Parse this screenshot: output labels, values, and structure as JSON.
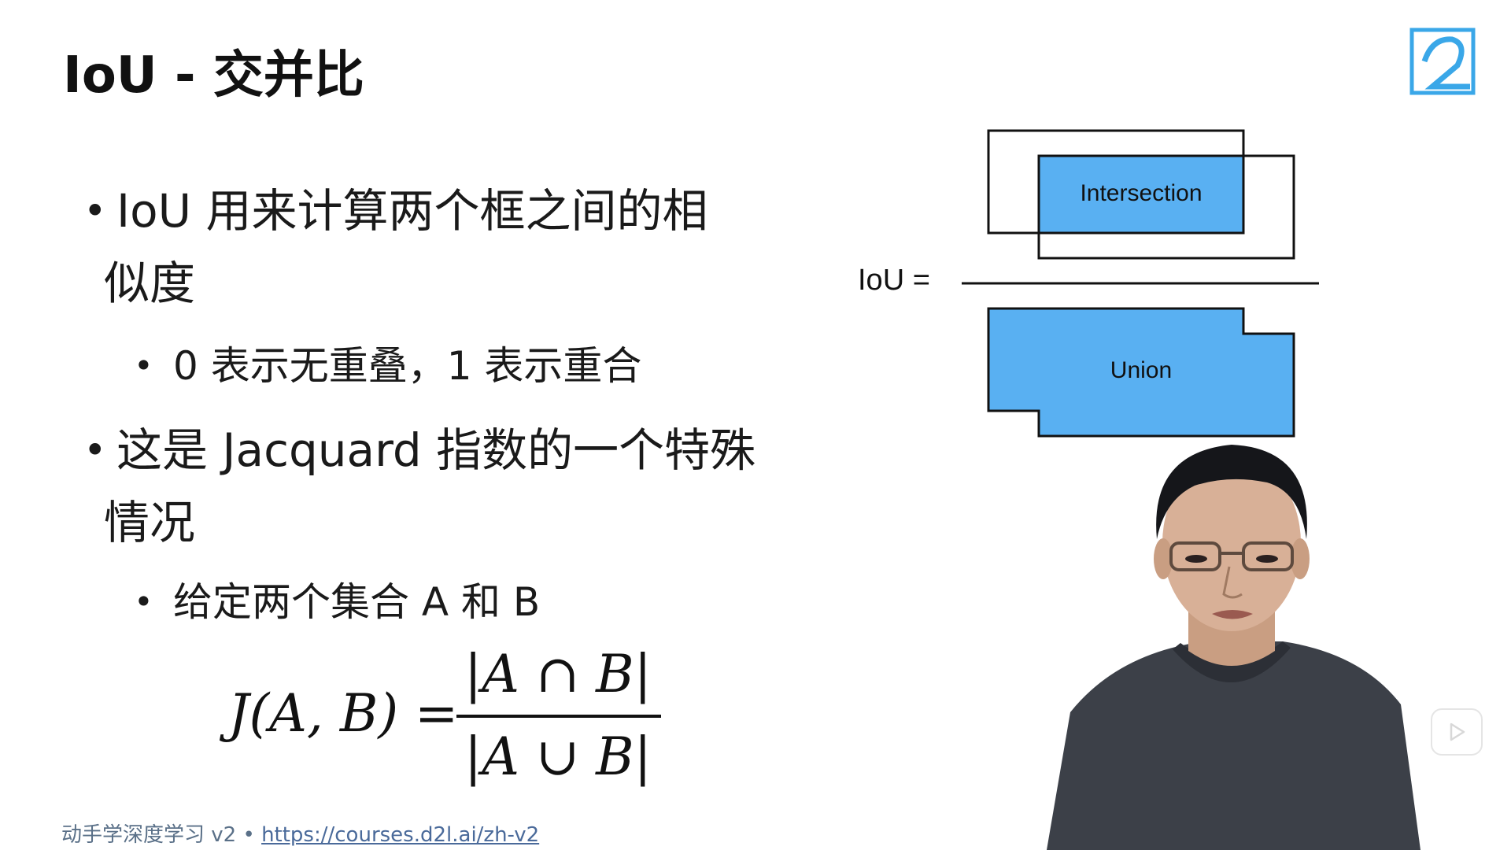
{
  "slide": {
    "title": "IoU - 交并比",
    "bullet1": {
      "line1": "IoU 用来计算两个框之间的相",
      "line2": "似度"
    },
    "sub1": "0 表示无重叠，1 表示重合",
    "bullet2": {
      "line1": "这是 Jacquard 指数的一个特殊",
      "line2": "情况"
    },
    "sub2": "给定两个集合 A 和 B",
    "formula": {
      "lhs": "J(A, B) =",
      "numerator": "|A ∩ B|",
      "denominator": "|A ∪ B|"
    },
    "bullet_glyph": "•"
  },
  "diagram": {
    "iou_label": "IoU =",
    "intersection_label": "Intersection",
    "union_label": "Union",
    "fill_color": "#59b0f2",
    "stroke_color": "#111111"
  },
  "footer": {
    "text": "动手学深度学习 v2 • ",
    "link": "https://courses.d2l.ai/zh-v2"
  },
  "overlay": {
    "play_icon": "play-icon",
    "logo_icon": "d2l-logo"
  }
}
